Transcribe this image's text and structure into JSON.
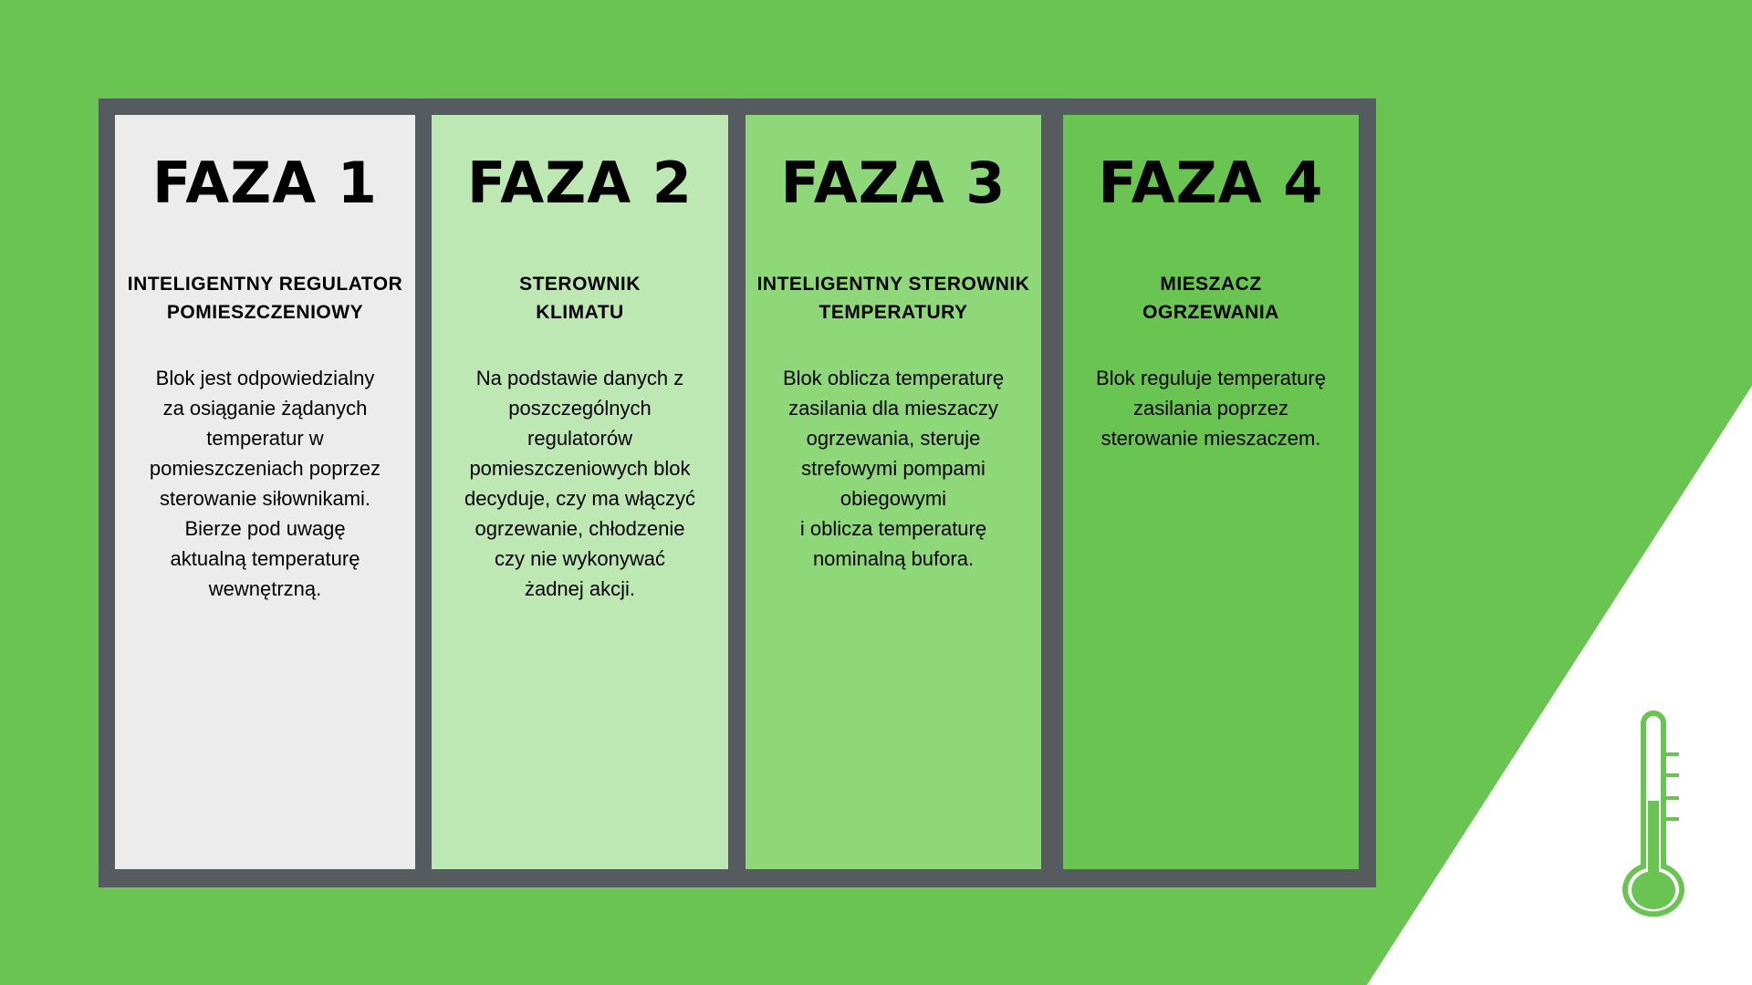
{
  "colors": {
    "background": "#6AC452",
    "frame": "#565B5F",
    "white_corner": "#FFFFFF",
    "icon": "#6AC452"
  },
  "phases": [
    {
      "title": "FAZA 1",
      "bg": "#ECECEC",
      "subtitle_lines": [
        "INTELIGENTNY REGULATOR",
        "POMIESZCZENIOWY"
      ],
      "body_lines": [
        "Blok jest odpowiedzialny",
        "za osiąganie żądanych",
        "temperatur w",
        "pomieszczeniach poprzez",
        "sterowanie siłownikami.",
        "Bierze pod uwagę",
        "aktualną temperaturę",
        "wewnętrzną."
      ]
    },
    {
      "title": "FAZA 2",
      "bg": "#BEE8B3",
      "subtitle_lines": [
        "STEROWNIK",
        "KLIMATU"
      ],
      "body_lines": [
        "Na podstawie danych z",
        "poszczególnych",
        "regulatorów",
        "pomieszczeniowych blok",
        "decyduje, czy ma włączyć",
        "ogrzewanie, chłodzenie",
        "czy nie wykonywać",
        "żadnej akcji."
      ]
    },
    {
      "title": "FAZA 3",
      "bg": "#8ED87A",
      "subtitle_lines": [
        "INTELIGENTNY STEROWNIK",
        "TEMPERATURY"
      ],
      "body_lines": [
        "Blok oblicza temperaturę",
        "zasilania dla mieszaczy",
        "ogrzewania, steruje",
        "strefowymi pompami",
        "obiegowymi",
        "i oblicza temperaturę",
        "nominalną bufora."
      ]
    },
    {
      "title": "FAZA 4",
      "bg": "#6AC452",
      "subtitle_lines": [
        "MIESZACZ",
        "OGRZEWANIA"
      ],
      "body_lines": [
        "Blok reguluje temperaturę",
        "zasilania poprzez",
        "sterowanie mieszaczem."
      ]
    }
  ],
  "icon": "thermometer-icon"
}
